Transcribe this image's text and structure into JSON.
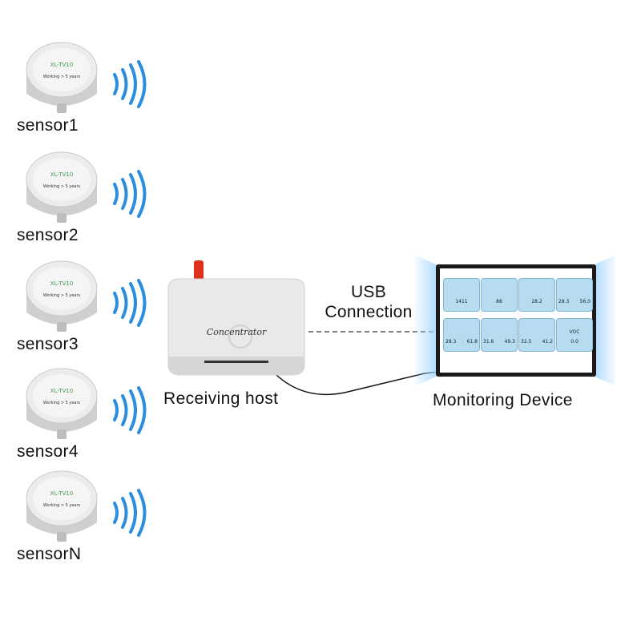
{
  "sensors": [
    {
      "label": "sensor1",
      "model": "XL-TV10",
      "working": "Working > 5 years"
    },
    {
      "label": "sensor2",
      "model": "XL-TV10",
      "working": "Working > 5 years"
    },
    {
      "label": "sensor3",
      "model": "XL-TV10",
      "working": "Working > 5 years"
    },
    {
      "label": "sensor4",
      "model": "XL-TV10",
      "working": "Working > 5 years"
    },
    {
      "label": "sensorN",
      "model": "XL-TV10",
      "working": "Working > 5 years"
    }
  ],
  "concentrator": {
    "device_text": "Concentrator",
    "label": "Receiving host"
  },
  "connection": {
    "line1": "USB",
    "line2": "Connection"
  },
  "monitor": {
    "label": "Monitoring Device",
    "tiles": [
      {
        "a": "1411",
        "b": ""
      },
      {
        "a": "88",
        "b": ""
      },
      {
        "a": "28.2",
        "b": ""
      },
      {
        "a": "28.3",
        "b": "56.0"
      },
      {
        "a": "28.3",
        "b": "61.8"
      },
      {
        "a": "31.6",
        "b": "49.3"
      },
      {
        "a": "32.5",
        "b": "41.2"
      },
      {
        "a": "VOC",
        "b": "0.0"
      }
    ]
  },
  "colors": {
    "wave": "#2b8de0",
    "screen_glow": "#9fd4ff",
    "tile": "#b8dcef",
    "accent_red": "#e0301e"
  }
}
